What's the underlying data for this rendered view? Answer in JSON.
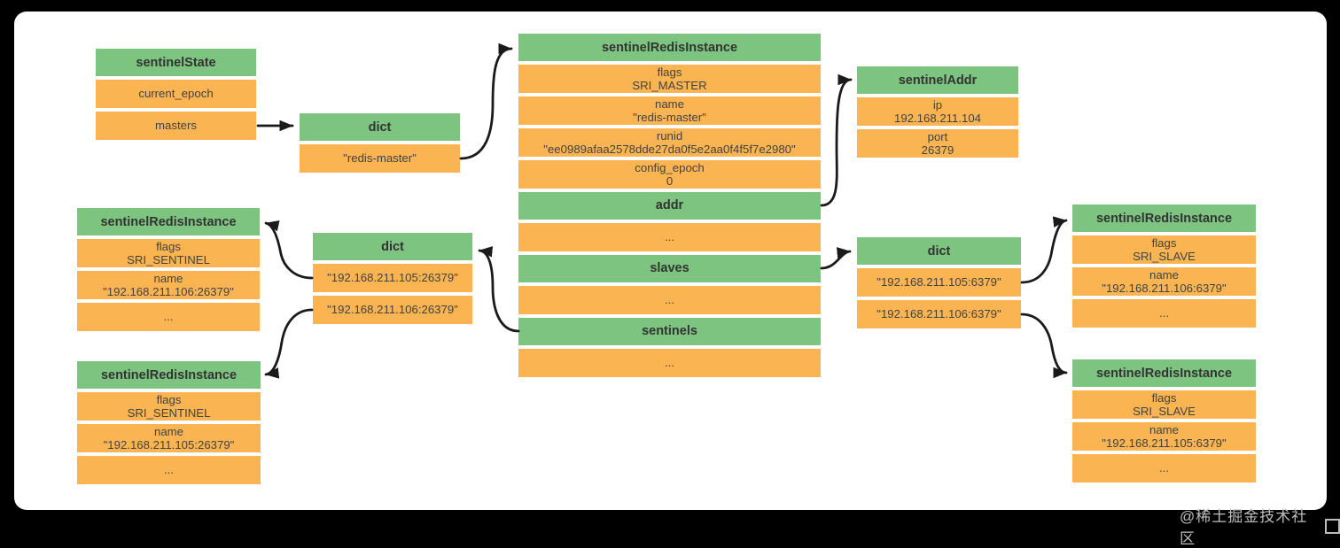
{
  "colors": {
    "header_green": "#7cc47f",
    "row_orange": "#fbb452",
    "connector_black": "#1a1a1a",
    "canvas_white": "#ffffff",
    "frame_black": "#000000",
    "watermark_gray": "#bdbdbd"
  },
  "watermark": {
    "text": "@稀土掘金技术社区"
  },
  "boxes": {
    "state": {
      "title": "sentinelState",
      "rows": [
        {
          "value": "current_epoch"
        },
        {
          "value": "masters"
        }
      ]
    },
    "dict_masters": {
      "title": "dict",
      "rows": [
        {
          "value": "\"redis-master\""
        }
      ]
    },
    "master": {
      "title": "sentinelRedisInstance",
      "rows": [
        {
          "label": "flags",
          "value": "SRI_MASTER"
        },
        {
          "label": "name",
          "value": "\"redis-master\""
        },
        {
          "label": "runid",
          "value": "\"ee0989afaa2578dde27da0f5e2aa0f4f5f7e2980\""
        },
        {
          "label": "config_epoch",
          "value": "0"
        },
        {
          "value": "addr"
        },
        {
          "value": "..."
        },
        {
          "value": "slaves"
        },
        {
          "value": "..."
        },
        {
          "value": "sentinels"
        },
        {
          "value": "..."
        }
      ]
    },
    "addr": {
      "title": "sentinelAddr",
      "rows": [
        {
          "label": "ip",
          "value": "192.168.211.104"
        },
        {
          "label": "port",
          "value": "26379"
        }
      ]
    },
    "sentinel_106": {
      "title": "sentinelRedisInstance",
      "rows": [
        {
          "label": "flags",
          "value": "SRI_SENTINEL"
        },
        {
          "label": "name",
          "value": "\"192.168.211.106:26379\""
        },
        {
          "value": "..."
        }
      ]
    },
    "dict_sentinels": {
      "title": "dict",
      "rows": [
        {
          "value": "\"192.168.211.105:26379\""
        },
        {
          "value": "\"192.168.211.106:26379\""
        }
      ]
    },
    "sentinel_105": {
      "title": "sentinelRedisInstance",
      "rows": [
        {
          "label": "flags",
          "value": "SRI_SENTINEL"
        },
        {
          "label": "name",
          "value": "\"192.168.211.105:26379\""
        },
        {
          "value": "..."
        }
      ]
    },
    "dict_slaves": {
      "title": "dict",
      "rows": [
        {
          "value": "\"192.168.211.105:6379\""
        },
        {
          "value": "\"192.168.211.106:6379\""
        }
      ]
    },
    "slave_106": {
      "title": "sentinelRedisInstance",
      "rows": [
        {
          "label": "flags",
          "value": "SRI_SLAVE"
        },
        {
          "label": "name",
          "value": "\"192.168.211.106:6379\""
        },
        {
          "value": "..."
        }
      ]
    },
    "slave_105": {
      "title": "sentinelRedisInstance",
      "rows": [
        {
          "label": "flags",
          "value": "SRI_SLAVE"
        },
        {
          "label": "name",
          "value": "\"192.168.211.105:6379\""
        },
        {
          "value": "..."
        }
      ]
    }
  }
}
